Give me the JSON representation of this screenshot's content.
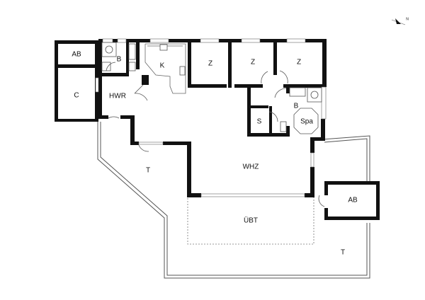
{
  "rooms": {
    "ab_top": "AB",
    "c": "C",
    "bath1": "B",
    "hwr": "HWR",
    "kitchen": "K",
    "z1": "Z",
    "z2": "Z",
    "z3": "Z",
    "bath2": "B",
    "spa": "Spa",
    "s": "S",
    "whz": "WHZ",
    "terrace_left": "T",
    "uebt": "ÜBT",
    "ab_right": "AB",
    "terrace_right": "T"
  },
  "north_marker": "N"
}
